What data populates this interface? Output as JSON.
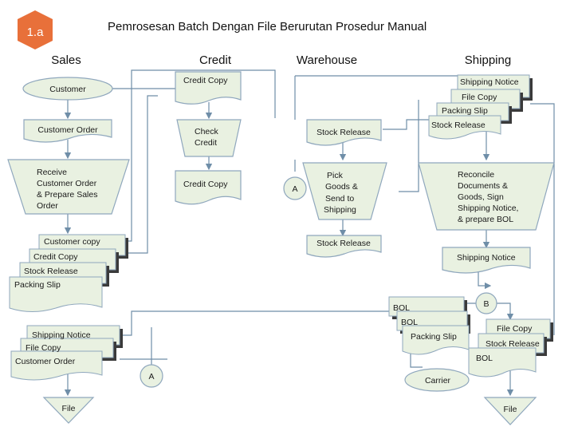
{
  "header": {
    "badge": "1.a",
    "title": "Pemrosesan Batch Dengan File Berurutan Prosedur Manual",
    "badge_color": "#e8703a"
  },
  "lanes": [
    "Sales",
    "Credit",
    "Warehouse",
    "Shipping"
  ],
  "colors": {
    "fill": "#e9f1e1",
    "stroke": "#8fa7bd",
    "line": "#6f8ea8",
    "shadow": "#3a3a3a"
  },
  "nodes": {
    "customer": "Customer",
    "customer_order": "Customer Order",
    "receive_order": [
      "Receive",
      "Customer Order",
      "& Prepare Sales",
      "Order"
    ],
    "credit_copy_1": "Credit Copy",
    "check_credit": [
      "Check",
      "Credit"
    ],
    "credit_copy_2": "Credit Copy",
    "stock_release_1": "Stock Release",
    "connector_a_1": "A",
    "pick_goods": [
      "Pick",
      "Goods &",
      "Send to",
      "Shipping"
    ],
    "stock_release_2": "Stock Release",
    "shipping_docs_1": [
      "Shipping Notice",
      "File Copy",
      "Packing Slip",
      "Stock Release"
    ],
    "reconcile": [
      "Reconcile",
      "Documents &",
      "Goods, Sign",
      "Shipping Notice,",
      "& prepare BOL"
    ],
    "shipping_notice_2": "Shipping Notice",
    "sales_docs_1": [
      "Customer copy",
      "Credit Copy",
      "Stock Release",
      "Packing Slip"
    ],
    "sales_docs_2": [
      "Shipping Notice",
      "File Copy",
      "Customer Order"
    ],
    "connector_a_2": "A",
    "file_1": "File",
    "connector_b": "B",
    "bol_docs": [
      "BOL",
      "BOL",
      "Packing Slip"
    ],
    "file_copy_docs": [
      "File Copy",
      "Stock Release",
      "BOL"
    ],
    "carrier": "Carrier",
    "file_2": "File"
  }
}
